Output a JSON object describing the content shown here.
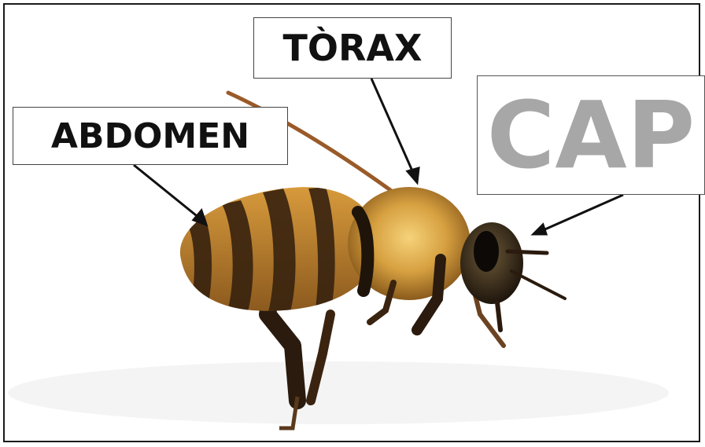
{
  "labels": {
    "torax": "TÒRAX",
    "abdomen": "ABDOMEN",
    "cap": "CAP"
  },
  "colors": {
    "background": "#ffffff",
    "label_text": "#111111",
    "cap_text": "#a7a7a7",
    "arrow": "#111111",
    "bee_body": "#c98a2a",
    "bee_stripes": "#3a2410"
  }
}
